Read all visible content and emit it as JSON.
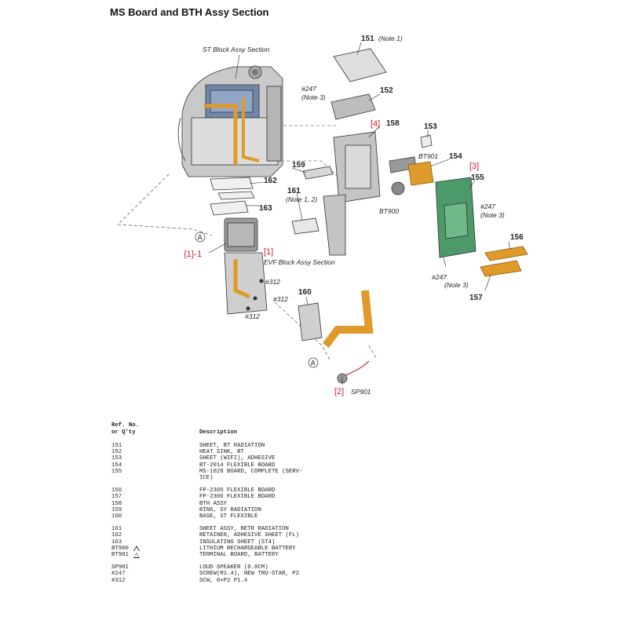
{
  "title": "MS Board and BTH Assy Section",
  "diagram": {
    "section_labels": {
      "st_block": "ST Block Assy Section",
      "evf_block": "EVF Block Assy Section"
    },
    "callouts": {
      "p151": "151",
      "p151_note": "(Note 1)",
      "p152": "152",
      "p153": "153",
      "p154": "154",
      "p155": "155",
      "p156": "156",
      "p157": "157",
      "p158": "158",
      "p159": "159",
      "p160": "160",
      "p161": "161",
      "p161_note": "(Note 1, 2)",
      "p162": "162",
      "p163": "163",
      "bt901": "BT901",
      "bt900": "BT900",
      "sp901": "SP901",
      "s247": "#247",
      "note3": "(Note 3)",
      "s312": "#312",
      "circle_a": "A"
    },
    "red_refs": {
      "r1_1": "{1}-1",
      "r1": "[1]",
      "r2": "[2]",
      "r3": "[3]",
      "r4": "[4]"
    }
  },
  "table": {
    "header_ref_line1": "Ref. No.",
    "header_ref_line2": "or Q'ty",
    "header_desc": "Description",
    "groups": [
      [
        {
          "ref": "151",
          "desc": "SHEET, BT RADIATION"
        },
        {
          "ref": "152",
          "desc": "HEAT SINK, BT"
        },
        {
          "ref": "153",
          "desc": "SHEET (WIFI), ADHESIVE"
        },
        {
          "ref": "154",
          "desc": "BT-2014 FLEXIBLE BOARD"
        },
        {
          "ref": "155",
          "desc": "MS-1028 BOARD, COMPLETE (SERV-"
        },
        {
          "ref": "",
          "desc": "ICE)"
        }
      ],
      [
        {
          "ref": "156",
          "desc": "FP-2305 FLEXIBLE BOARD"
        },
        {
          "ref": "157",
          "desc": "FP-2306 FLEXIBLE BOARD"
        },
        {
          "ref": "158",
          "desc": "BTH ASSY"
        },
        {
          "ref": "159",
          "desc": "RING, SY RADIATION"
        },
        {
          "ref": "160",
          "desc": "BASE, ST FLEXIBLE"
        }
      ],
      [
        {
          "ref": "161",
          "desc": "SHEET ASSY, BETR RADIATION"
        },
        {
          "ref": "162",
          "desc": "RETAINER, ADHESIVE SHEET (FL)"
        },
        {
          "ref": "163",
          "desc": "INSULATING SHEET (ST4)"
        },
        {
          "ref": "BT900",
          "desc": "LITHIUM RECHARGEABLE BATTERY",
          "warn": true
        },
        {
          "ref": "BT901",
          "desc": "TERMINAL BOARD, BATTERY",
          "warn": true
        }
      ],
      [
        {
          "ref": "SP901",
          "desc": "LOUD SPEAKER (0.8CM)"
        },
        {
          "ref": "#247",
          "desc": "SCREW(M1.4), NEW TRU-STAR, P2"
        },
        {
          "ref": "#312",
          "desc": "SCW, 0+P2 P1.4"
        }
      ]
    ]
  }
}
